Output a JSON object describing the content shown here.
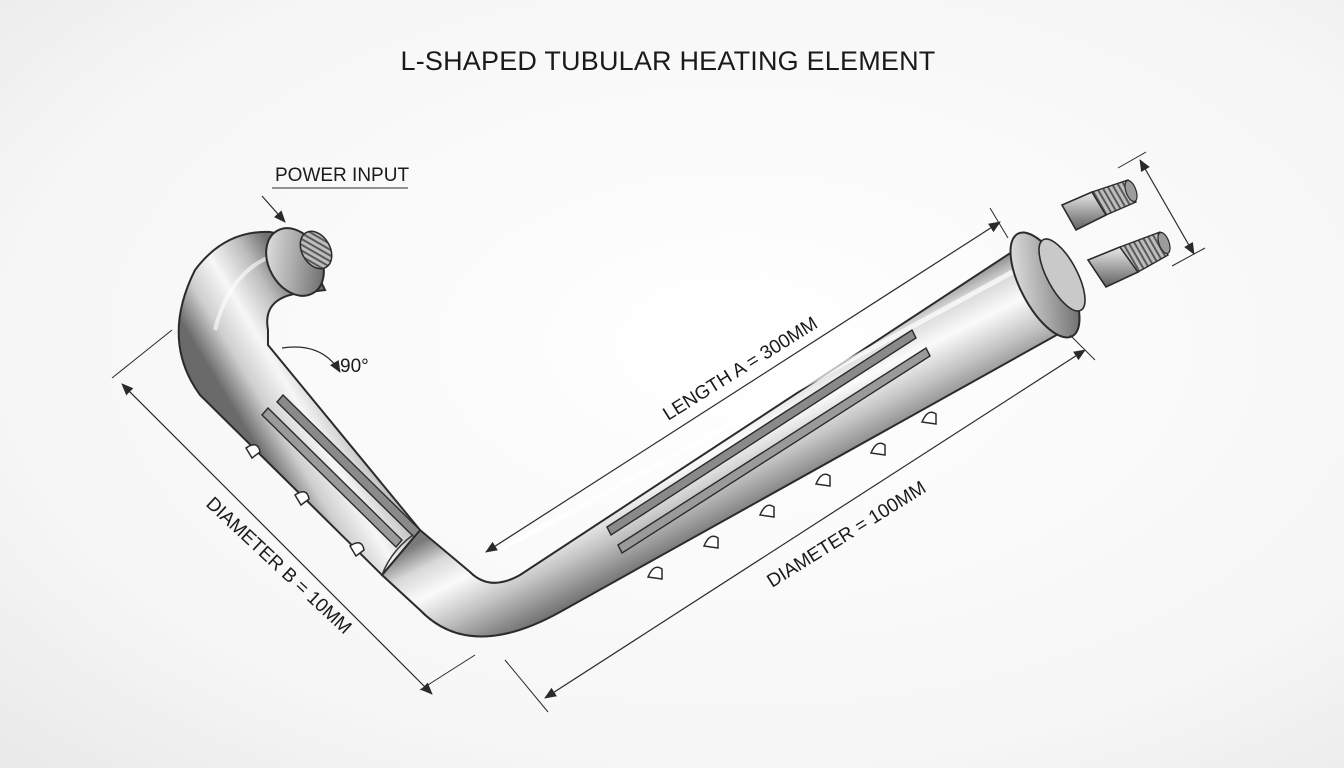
{
  "diagram": {
    "title": "L-SHAPED TUBULAR HEATING ELEMENT",
    "labels": {
      "power_input": "POWER INPUT",
      "angle": "90°",
      "length_a": "LENGTH A = 300MM",
      "diameter": "DIAMETER = 100MM",
      "diameter_b": "DIAMETER B = 10MM"
    },
    "colors": {
      "metal_light": "#f4f4f4",
      "metal_mid": "#b9b9b9",
      "metal_dark": "#6e6e6e",
      "outline": "#2b2b2b",
      "text": "#1a1a1a"
    }
  }
}
